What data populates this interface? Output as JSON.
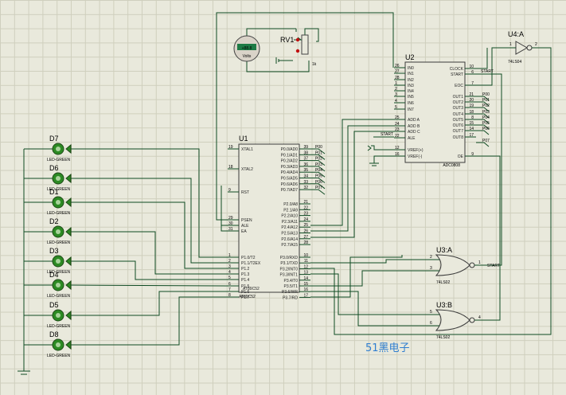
{
  "title": "",
  "u1": {
    "ref": "U1",
    "part": "AT89C52",
    "left_pins": [
      [
        "19",
        "XTAL1"
      ],
      [
        "18",
        "XTAL2"
      ],
      [
        "9",
        "RST"
      ],
      [
        "29",
        "PSEN"
      ],
      [
        "30",
        "ALE"
      ],
      [
        "31",
        "EA"
      ],
      [
        "1",
        "P1.0/T2"
      ],
      [
        "2",
        "P1.1/T2EX"
      ],
      [
        "3",
        "P1.2"
      ],
      [
        "4",
        "P1.3"
      ],
      [
        "5",
        "P1.4"
      ],
      [
        "6",
        "P1.5"
      ],
      [
        "7",
        "P1.6"
      ],
      [
        "8",
        "P1.7"
      ]
    ],
    "right_pins": [
      [
        "39",
        "P0.0/AD0"
      ],
      [
        "38",
        "P0.1/AD1"
      ],
      [
        "37",
        "P0.2/AD2"
      ],
      [
        "36",
        "P0.3/AD3"
      ],
      [
        "35",
        "P0.4/AD4"
      ],
      [
        "34",
        "P0.5/AD5"
      ],
      [
        "33",
        "P0.6/AD6"
      ],
      [
        "32",
        "P0.7/AD7"
      ],
      [
        "21",
        "P2.0/A8"
      ],
      [
        "22",
        "P2.1/A9"
      ],
      [
        "23",
        "P2.2/A10"
      ],
      [
        "24",
        "P2.3/A11"
      ],
      [
        "25",
        "P2.4/A12"
      ],
      [
        "26",
        "P2.5/A13"
      ],
      [
        "27",
        "P2.6/A14"
      ],
      [
        "28",
        "P2.7/A15"
      ],
      [
        "10",
        "P3.0/RXD"
      ],
      [
        "11",
        "P3.1/TXD"
      ],
      [
        "12",
        "P3.2/INT0"
      ],
      [
        "13",
        "P3.3/INT1"
      ],
      [
        "14",
        "P3.4/T0"
      ],
      [
        "15",
        "P3.5/T1"
      ],
      [
        "16",
        "P3.6/WR"
      ],
      [
        "17",
        "P3.7/RD"
      ]
    ],
    "p0_net": [
      "P00",
      "P01",
      "P02",
      "P03",
      "P04",
      "P05",
      "P06",
      "P07"
    ]
  },
  "u2": {
    "ref": "U2",
    "part": "ADC0808",
    "left_pins": [
      [
        "26",
        "IN0"
      ],
      [
        "27",
        "IN1"
      ],
      [
        "28",
        "IN2"
      ],
      [
        "1",
        "IN3"
      ],
      [
        "2",
        "IN4"
      ],
      [
        "3",
        "IN5"
      ],
      [
        "4",
        "IN6"
      ],
      [
        "5",
        "IN7"
      ],
      [
        "25",
        "ADD A"
      ],
      [
        "24",
        "ADD B"
      ],
      [
        "23",
        "ADD C"
      ],
      [
        "22",
        "ALE"
      ],
      [
        "12",
        "VREF(+)"
      ],
      [
        "16",
        "VREF(-)"
      ]
    ],
    "right_pins": [
      [
        "10",
        "CLOCK"
      ],
      [
        "6",
        "START"
      ],
      [
        "7",
        "EOC"
      ],
      [
        "21",
        "OUT1"
      ],
      [
        "20",
        "OUT2"
      ],
      [
        "19",
        "OUT3"
      ],
      [
        "18",
        "OUT4"
      ],
      [
        "8",
        "OUT5"
      ],
      [
        "15",
        "OUT6"
      ],
      [
        "14",
        "OUT7"
      ],
      [
        "17",
        "OUT8"
      ],
      [
        "9",
        "OE"
      ]
    ],
    "out_net": [
      "P00",
      "P01",
      "P02",
      "P03",
      "P04",
      "P05",
      "P06",
      "P07"
    ],
    "start_net": "START",
    "start_in": "START"
  },
  "u3a": {
    "ref": "U3:A",
    "part": "74LS02",
    "pins": [
      "2",
      "3",
      "1"
    ],
    "out_net": "START"
  },
  "u3b": {
    "ref": "U3:B",
    "part": "74LS02",
    "pins": [
      "5",
      "6",
      "4"
    ]
  },
  "u4a": {
    "ref": "U4:A",
    "part": "74LS04",
    "pins": [
      "1",
      "2"
    ]
  },
  "rv1": {
    "ref": "RV1",
    "value": "1k"
  },
  "voltmeter": {
    "display": "+88.8",
    "unit": "Volts"
  },
  "leds": [
    {
      "ref": "D7",
      "part": "LED-GREEN"
    },
    {
      "ref": "D6",
      "part": "LED-GREEN"
    },
    {
      "ref": "D1",
      "part": "LED-GREEN"
    },
    {
      "ref": "D2",
      "part": "LED-GREEN"
    },
    {
      "ref": "D3",
      "part": "LED-GREEN"
    },
    {
      "ref": "D4",
      "part": "LED-GREEN"
    },
    {
      "ref": "D5",
      "part": "LED-GREEN"
    },
    {
      "ref": "D8",
      "part": "LED-GREEN"
    }
  ],
  "watermark": "51黑电子",
  "colors": {
    "wire": "#0e4a22",
    "led": "#2c8a23",
    "watermark": "#2f7ed0",
    "background": "#e9e9dc"
  }
}
